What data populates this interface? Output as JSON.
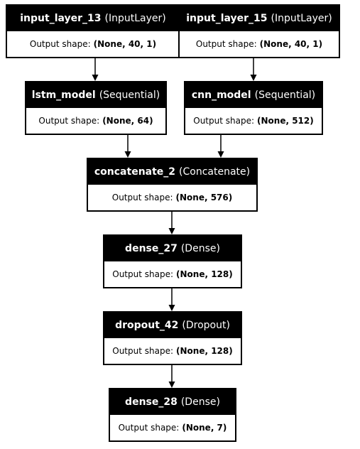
{
  "diagram": {
    "nodes": [
      {
        "id": "input_layer_13",
        "name": "input_layer_13",
        "type": "(InputLayer)",
        "shape_label": "Output shape:",
        "shape": "(None, 40, 1)"
      },
      {
        "id": "input_layer_15",
        "name": "input_layer_15",
        "type": "(InputLayer)",
        "shape_label": "Output shape:",
        "shape": "(None, 40, 1)"
      },
      {
        "id": "lstm_model",
        "name": "lstm_model",
        "type": "(Sequential)",
        "shape_label": "Output shape:",
        "shape": "(None, 64)"
      },
      {
        "id": "cnn_model",
        "name": "cnn_model",
        "type": "(Sequential)",
        "shape_label": "Output shape:",
        "shape": "(None, 512)"
      },
      {
        "id": "concatenate_2",
        "name": "concatenate_2",
        "type": "(Concatenate)",
        "shape_label": "Output shape:",
        "shape": "(None, 576)"
      },
      {
        "id": "dense_27",
        "name": "dense_27",
        "type": "(Dense)",
        "shape_label": "Output shape:",
        "shape": "(None, 128)"
      },
      {
        "id": "dropout_42",
        "name": "dropout_42",
        "type": "(Dropout)",
        "shape_label": "Output shape:",
        "shape": "(None, 128)"
      },
      {
        "id": "dense_28",
        "name": "dense_28",
        "type": "(Dense)",
        "shape_label": "Output shape:",
        "shape": "(None, 7)"
      }
    ],
    "edges": [
      {
        "from": "input_layer_13",
        "to": "lstm_model"
      },
      {
        "from": "input_layer_15",
        "to": "cnn_model"
      },
      {
        "from": "lstm_model",
        "to": "concatenate_2"
      },
      {
        "from": "cnn_model",
        "to": "concatenate_2"
      },
      {
        "from": "concatenate_2",
        "to": "dense_27"
      },
      {
        "from": "dense_27",
        "to": "dropout_42"
      },
      {
        "from": "dropout_42",
        "to": "dense_28"
      }
    ]
  }
}
